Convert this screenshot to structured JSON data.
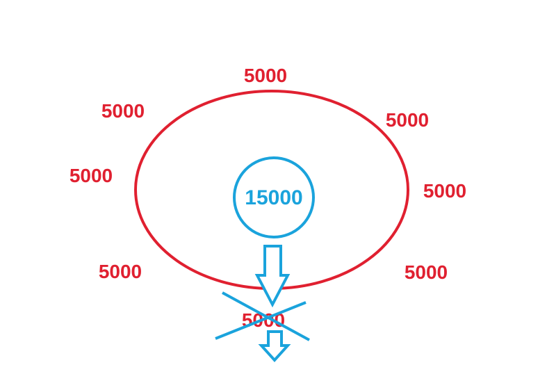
{
  "colors": {
    "ring": "#e02030",
    "outer_text": "#e02030",
    "center": "#1aa3dc",
    "background": "#ffffff"
  },
  "diagram": {
    "center_value": "15000",
    "outer_values": {
      "top": "5000",
      "top_left": "5000",
      "top_right": "5000",
      "left": "5000",
      "right": "5000",
      "bottom_left": "5000",
      "bottom_right": "5000",
      "bottom_crossed": "5000"
    },
    "icons": [
      "down-arrow-icon",
      "down-arrow-icon",
      "cross-out-icon"
    ]
  }
}
